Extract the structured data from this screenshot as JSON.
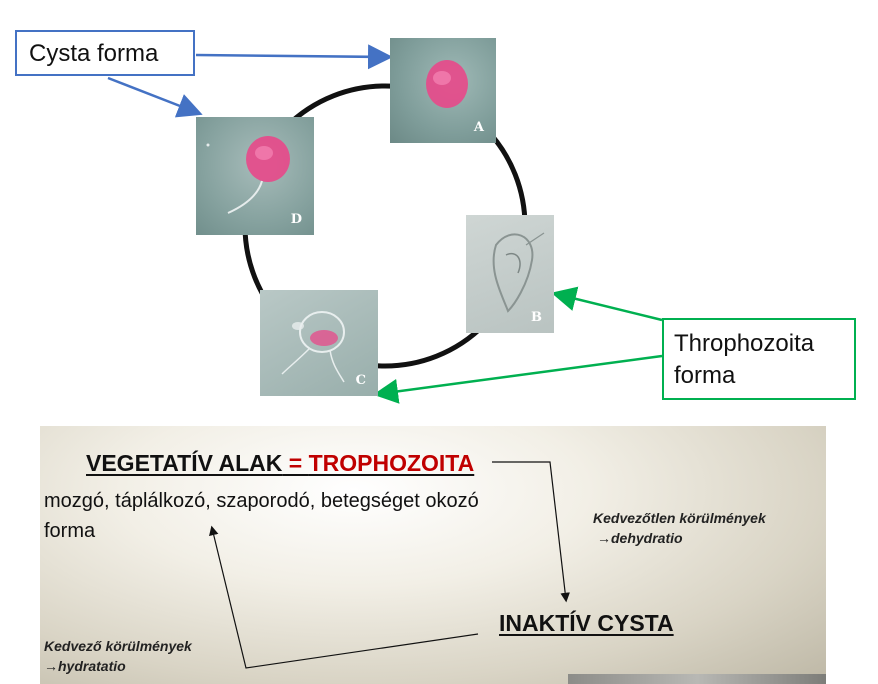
{
  "callouts": {
    "cyst": "Cysta forma",
    "trophozoite_line1": "Throphozoita",
    "trophozoite_line2": "forma"
  },
  "panels": {
    "a": "A",
    "b": "B",
    "c": "C",
    "d": "D"
  },
  "bottom": {
    "vegetative_prefix": "VEGETATÍV ALAK",
    "equals": " = ",
    "trophozoita": "TROPHOZOITA",
    "description": "mozgó, táplálkozó, szaporodó, betegséget okozó forma",
    "unfavorable_line1": "Kedvezőtlen körülmények",
    "unfavorable_line2": "→dehydratio",
    "inactive_cyst": "INAKTÍV CYSTA",
    "favorable_line1": "Kedvező körülmények",
    "favorable_line2": "→hydratatio"
  },
  "colors": {
    "cyst_arrow": "#4472c4",
    "trophozoite_arrow": "#00b050",
    "accent_red": "#c00000"
  }
}
